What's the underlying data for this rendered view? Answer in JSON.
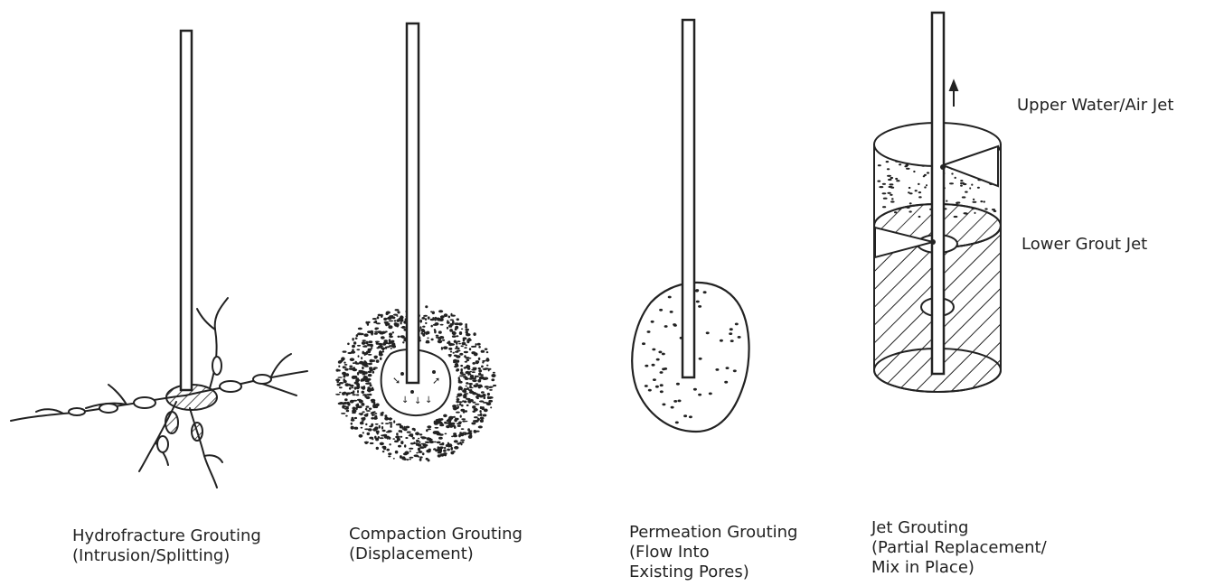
{
  "panels": [
    {
      "id": "hydrofracture",
      "caption_lines": [
        "Hydrofracture Grouting",
        "(Intrusion/Splitting)"
      ]
    },
    {
      "id": "compaction",
      "caption_lines": [
        "Compaction Grouting",
        "(Displacement)"
      ]
    },
    {
      "id": "permeation",
      "caption_lines": [
        "Permeation Grouting",
        "(Flow Into",
        "Existing Pores)"
      ]
    },
    {
      "id": "jet",
      "caption_lines": [
        "Jet Grouting",
        "(Partial Replacement/",
        "Mix in Place)"
      ]
    }
  ],
  "jet_labels": {
    "upper": "Upper Water/Air Jet",
    "lower": "Lower Grout Jet"
  }
}
